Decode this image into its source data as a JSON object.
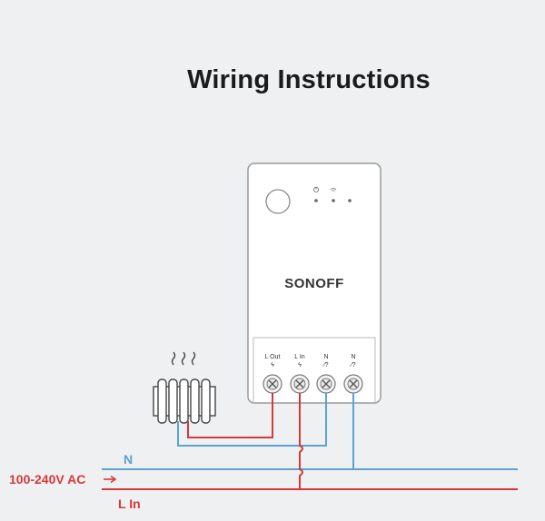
{
  "title": "Wiring Instructions",
  "device": {
    "brand": "SONOFF",
    "terminals": [
      {
        "label": "L Out",
        "symbol": "ϟ"
      },
      {
        "label": "L In",
        "symbol": "ϟ"
      },
      {
        "label": "N",
        "symbol": "⁄?"
      },
      {
        "label": "N",
        "symbol": "⁄?"
      }
    ]
  },
  "lines": {
    "neutral_label": "N",
    "supply_label": "100-240V AC",
    "live_label": "L In"
  },
  "colors": {
    "neutral": "#5aa3d6",
    "live": "#d43a3a",
    "text_dark": "#1b1b1b"
  }
}
